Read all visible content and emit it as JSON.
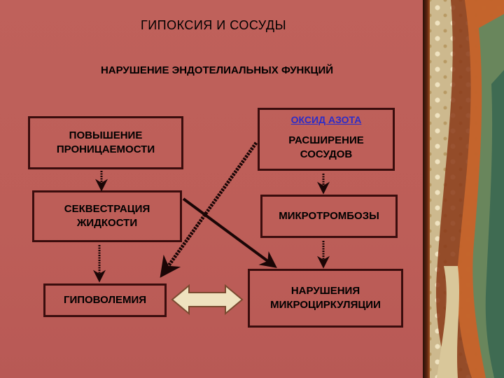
{
  "slide": {
    "title": "ГИПОКСИЯ И СОСУДЫ",
    "subtitle": "НАРУШЕНИЕ ЭНДОТЕЛИАЛЬНЫХ ФУНКЦИЙ"
  },
  "boxes": {
    "permeability": {
      "line1": "ПОВЫШЕНИЕ",
      "line2": "ПРОНИЦАЕМОСТИ"
    },
    "sequestration": {
      "line1": "СЕКВЕСТРАЦИЯ",
      "line2": "ЖИДКОСТИ"
    },
    "hypovolemia": {
      "line1": "ГИПОВОЛЕМИЯ"
    },
    "nitric_oxide": {
      "label": "ОКСИД АЗОТА",
      "line1": "РАСШИРЕНИЕ",
      "line2": "СОСУДОВ"
    },
    "microthrombosis": {
      "line1": "МИКРОТРОМБОЗЫ"
    },
    "microcirculation": {
      "line1": "НАРУШЕНИЯ",
      "line2": "МИКРОЦИРКУЛЯЦИИ"
    }
  },
  "colors": {
    "background": "#c0605a",
    "box_border": "#3a0d0d",
    "link_text": "#2c2cc8",
    "double_arrow_fill": "#efe2bf"
  }
}
